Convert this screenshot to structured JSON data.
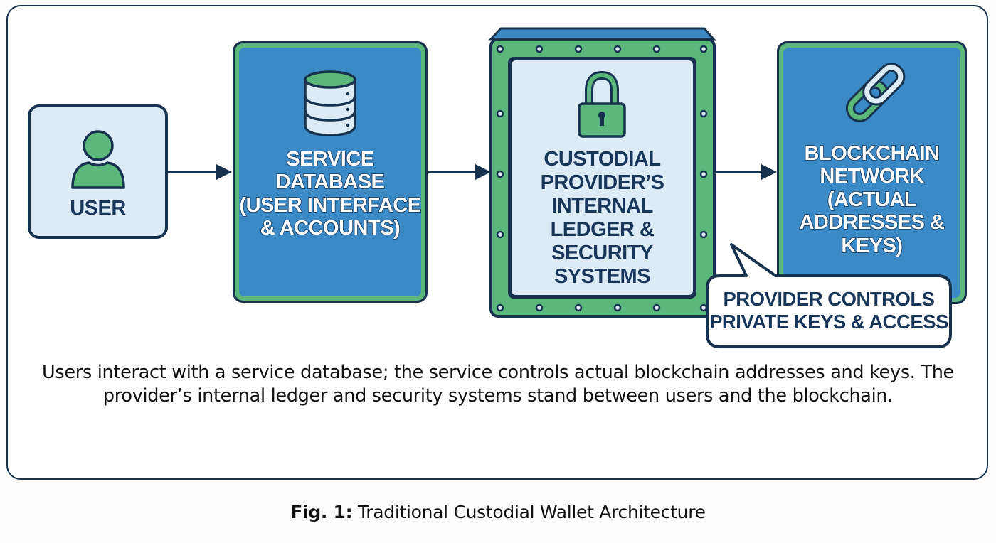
{
  "colors": {
    "outline": "#16324f",
    "blue_fill": "#3b8ac6",
    "green": "#5cb87a",
    "light_fill": "#dcebf6",
    "text_dark": "#17365a"
  },
  "nodes": [
    {
      "id": "user",
      "icon": "user-icon",
      "label": "USER"
    },
    {
      "id": "service-database",
      "icon": "database-icon",
      "label": "SERVICE\nDATABASE\n(USER INTERFACE\n& ACCOUNTS)"
    },
    {
      "id": "custodial-provider",
      "icon": "padlock-icon",
      "label": "CUSTODIAL\nPROVIDER’S\nINTERNAL\nLEDGER &\nSECURITY\nSYSTEMS"
    },
    {
      "id": "blockchain-network",
      "icon": "chain-link-icon",
      "label": "BLOCKCHAIN\nNETWORK\n(ACTUAL\nADDRESSES &\nKEYS)"
    }
  ],
  "edges": [
    {
      "from": "user",
      "to": "service-database"
    },
    {
      "from": "service-database",
      "to": "custodial-provider"
    },
    {
      "from": "custodial-provider",
      "to": "blockchain-network"
    }
  ],
  "callout": {
    "label": "PROVIDER CONTROLS\nPRIVATE KEYS & ACCESS",
    "points_to": "custodial-provider"
  },
  "caption": "Users interact with a service database; the service controls actual blockchain addresses and keys.  The provider’s internal ledger and security systems stand between users and the blockchain.",
  "figure": {
    "number": "Fig. 1:",
    "title": " Traditional Custodial Wallet Architecture"
  }
}
